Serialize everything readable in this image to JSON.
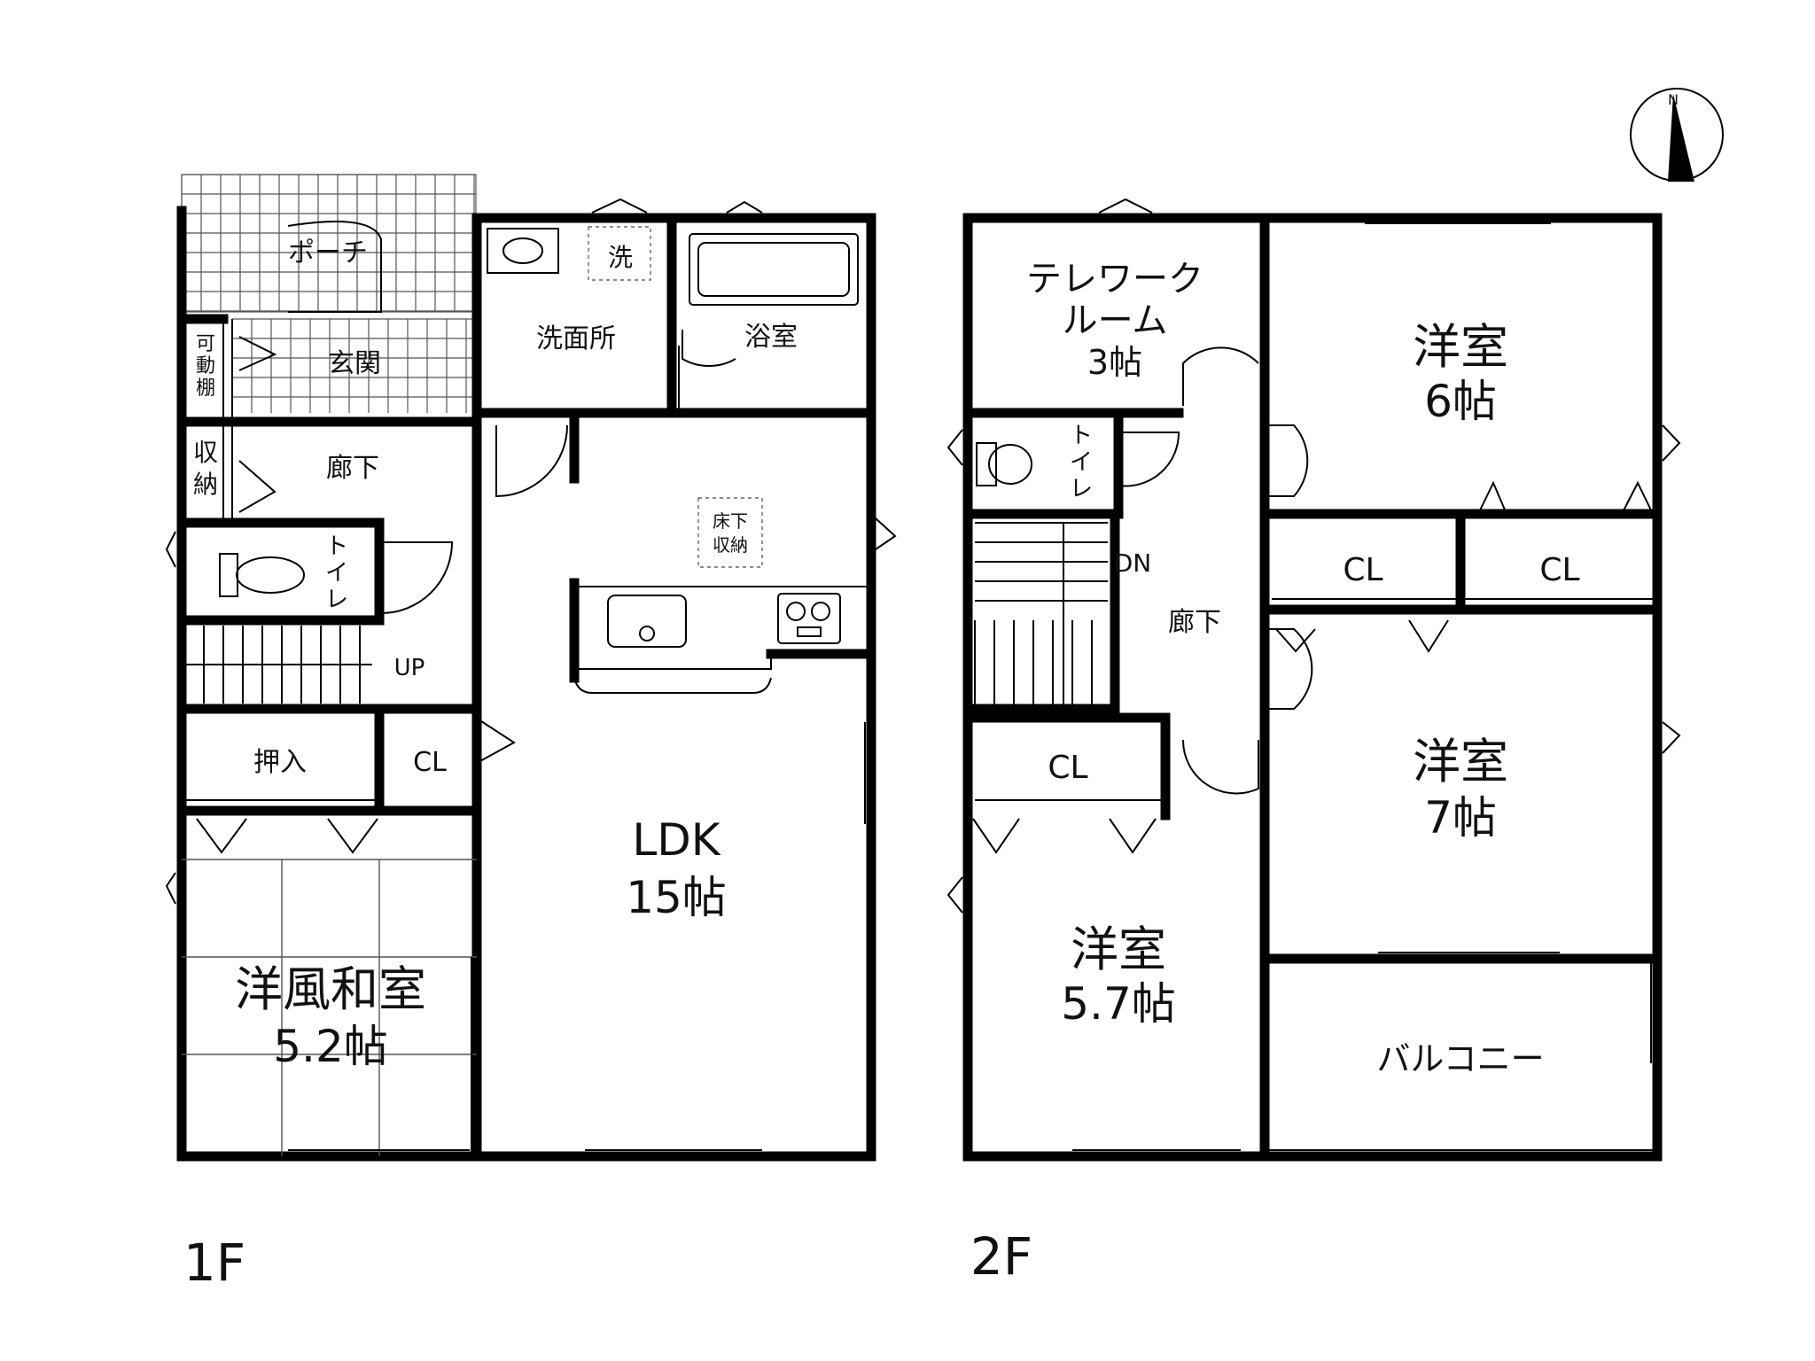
{
  "floor1": {
    "label": "1F",
    "rooms": {
      "porch": "ポーチ",
      "entrance": "玄関",
      "movable_shelf": [
        "可",
        "動",
        "棚"
      ],
      "storage": [
        "収",
        "納"
      ],
      "hallway": "廊下",
      "toilet": [
        "ト",
        "イ",
        "レ"
      ],
      "up": "UP",
      "washroom": "洗面所",
      "washer": "洗",
      "bath": "浴室",
      "underfloor": [
        "床下",
        "収納"
      ],
      "closet_push": "押入",
      "closet": "CL",
      "ldk": [
        "LDK",
        "15帖"
      ],
      "japanese_room": [
        "洋風和室",
        "5.2帖"
      ]
    }
  },
  "floor2": {
    "label": "2F",
    "rooms": {
      "telework": [
        "テレワーク",
        "ルーム",
        "3帖"
      ],
      "toilet": [
        "ト",
        "イ",
        "レ"
      ],
      "dn": "DN",
      "hallway": "廊下",
      "room6": [
        "洋室",
        "6帖"
      ],
      "cl_a": "CL",
      "cl_b": "CL",
      "room7": [
        "洋室",
        "7帖"
      ],
      "cl_c": "CL",
      "room57": [
        "洋室",
        "5.7帖"
      ],
      "balcony": "バルコニー"
    }
  },
  "compass": {
    "north": "N"
  }
}
